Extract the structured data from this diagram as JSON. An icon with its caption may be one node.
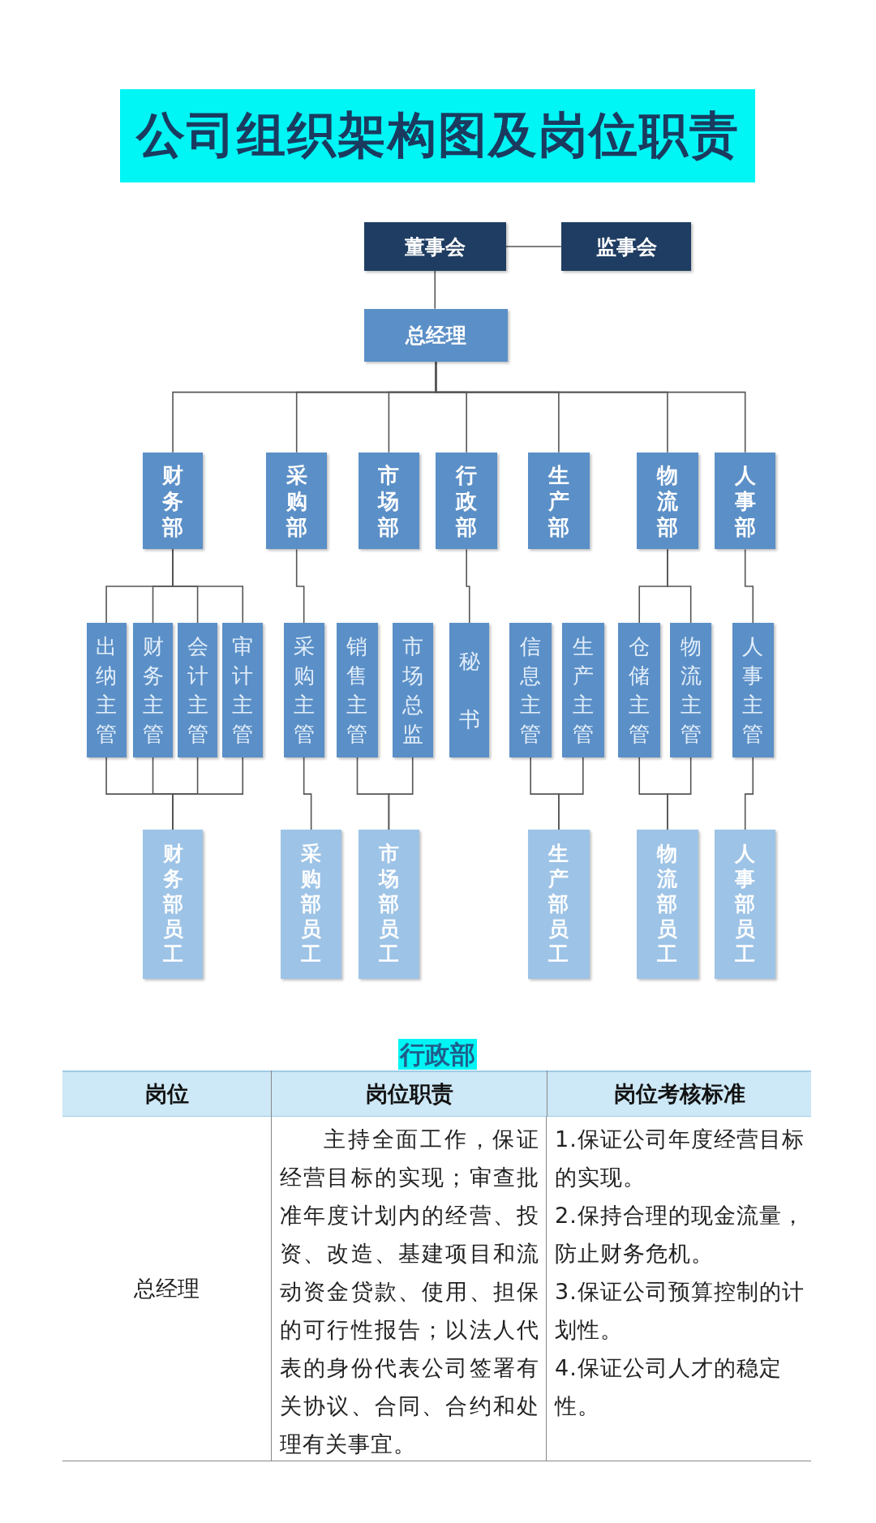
{
  "diagram": {
    "title": "公司组织架构图及岗位职责",
    "nodes": [
      {
        "text": [
          "董事会"
        ]
      },
      {
        "text": [
          "监事会"
        ]
      },
      {
        "text": [
          "总经理"
        ]
      },
      {
        "text": [
          "财务部"
        ]
      },
      {
        "text": [
          "采购部"
        ]
      },
      {
        "text": [
          "市场部"
        ]
      },
      {
        "text": [
          "行政部"
        ]
      },
      {
        "text": [
          "生产部"
        ]
      },
      {
        "text": [
          "物流部"
        ]
      },
      {
        "text": [
          "人事部"
        ]
      },
      {
        "text": [
          "出纳主管"
        ]
      },
      {
        "text": [
          "财务主管"
        ]
      },
      {
        "text": [
          "会计主管"
        ]
      },
      {
        "text": [
          "审计主管"
        ]
      },
      {
        "text": [
          "采购主管"
        ]
      },
      {
        "text": [
          "销售主管"
        ]
      },
      {
        "text": [
          "市场总监"
        ]
      },
      {
        "text": [
          "秘书"
        ]
      },
      {
        "text": [
          "信息主管"
        ]
      },
      {
        "text": [
          "生产主管"
        ]
      },
      {
        "text": [
          "仓储主管"
        ]
      },
      {
        "text": [
          "物流主管"
        ]
      },
      {
        "text": [
          "人事主管"
        ]
      },
      {
        "text": [
          "财务部员工"
        ]
      },
      {
        "text": [
          "采购部员工"
        ]
      },
      {
        "text": [
          "市场部员工"
        ]
      },
      {
        "text": [
          "生产部员工"
        ]
      },
      {
        "text": [
          "物流部员工"
        ]
      },
      {
        "text": [
          "人事部员工"
        ]
      }
    ],
    "edges": [
      {
        "from": 0,
        "to": 1,
        "arrow": "none"
      },
      {
        "from": 0,
        "to": 2,
        "arrow": "none"
      },
      {
        "from": 2,
        "to": 3,
        "arrow": "none"
      },
      {
        "from": 2,
        "to": 4,
        "arrow": "none"
      },
      {
        "from": 2,
        "to": 5,
        "arrow": "none"
      },
      {
        "from": 2,
        "to": 6,
        "arrow": "none"
      },
      {
        "from": 2,
        "to": 7,
        "arrow": "none"
      },
      {
        "from": 2,
        "to": 8,
        "arrow": "none"
      },
      {
        "from": 2,
        "to": 9,
        "arrow": "none"
      },
      {
        "from": 3,
        "to": 10,
        "arrow": "none"
      },
      {
        "from": 3,
        "to": 11,
        "arrow": "none"
      },
      {
        "from": 3,
        "to": 12,
        "arrow": "none"
      },
      {
        "from": 3,
        "to": 13,
        "arrow": "none"
      },
      {
        "from": 4,
        "to": 14,
        "arrow": "none"
      },
      {
        "from": 6,
        "to": 17,
        "arrow": "none"
      },
      {
        "from": 8,
        "to": 20,
        "arrow": "none"
      },
      {
        "from": 8,
        "to": 21,
        "arrow": "none"
      },
      {
        "from": 9,
        "to": 22,
        "arrow": "none"
      },
      {
        "from": 10,
        "to": 23,
        "arrow": "none"
      },
      {
        "from": 11,
        "to": 23,
        "arrow": "none"
      },
      {
        "from": 12,
        "to": 23,
        "arrow": "none"
      },
      {
        "from": 13,
        "to": 23,
        "arrow": "none"
      },
      {
        "from": 14,
        "to": 24,
        "arrow": "none"
      },
      {
        "from": 15,
        "to": 25,
        "arrow": "none"
      },
      {
        "from": 16,
        "to": 25,
        "arrow": "none"
      },
      {
        "from": 18,
        "to": 26,
        "arrow": "none"
      },
      {
        "from": 19,
        "to": 26,
        "arrow": "none"
      },
      {
        "from": 20,
        "to": 27,
        "arrow": "none"
      },
      {
        "from": 21,
        "to": 27,
        "arrow": "none"
      },
      {
        "from": 22,
        "to": 28,
        "arrow": "none"
      }
    ],
    "labels": [
      "行政部",
      "岗位",
      "岗位职责",
      "岗位考核标准",
      "总经理",
      "主持全面工作，保证经营目标的实现；审查批准年度计划内的经营、投资、改造、基建项目和流动资金贷款、使用、担保的可行性报告；以法人代表的身份代表公司签署有关协议、合同、合约和处理有关事宜。",
      "1.保证公司年度经营目标的实现。",
      "2.保持合理的现金流量，防止财务危机。",
      "3.保证公司预算控制的计划性。",
      "4.保证公司人才的稳定性。"
    ]
  }
}
